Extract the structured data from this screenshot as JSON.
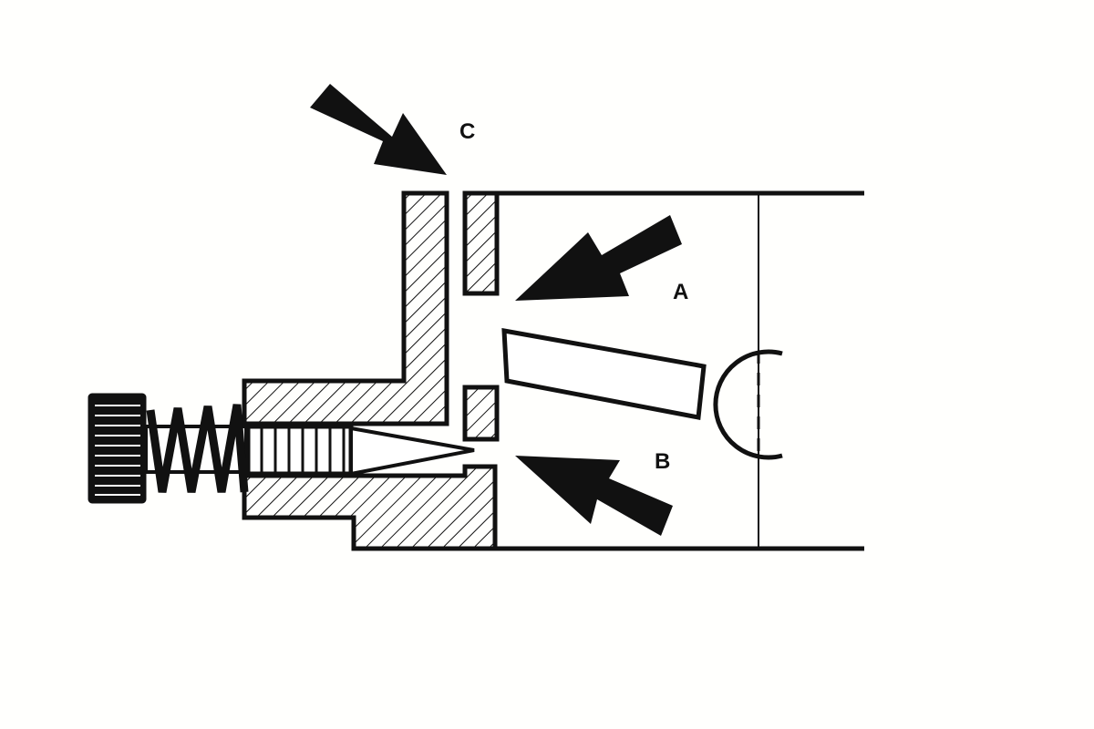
{
  "labels": {
    "a": "A",
    "b": "B",
    "c": "C"
  },
  "colors": {
    "ink": "#111111",
    "background": "#fffffd"
  }
}
